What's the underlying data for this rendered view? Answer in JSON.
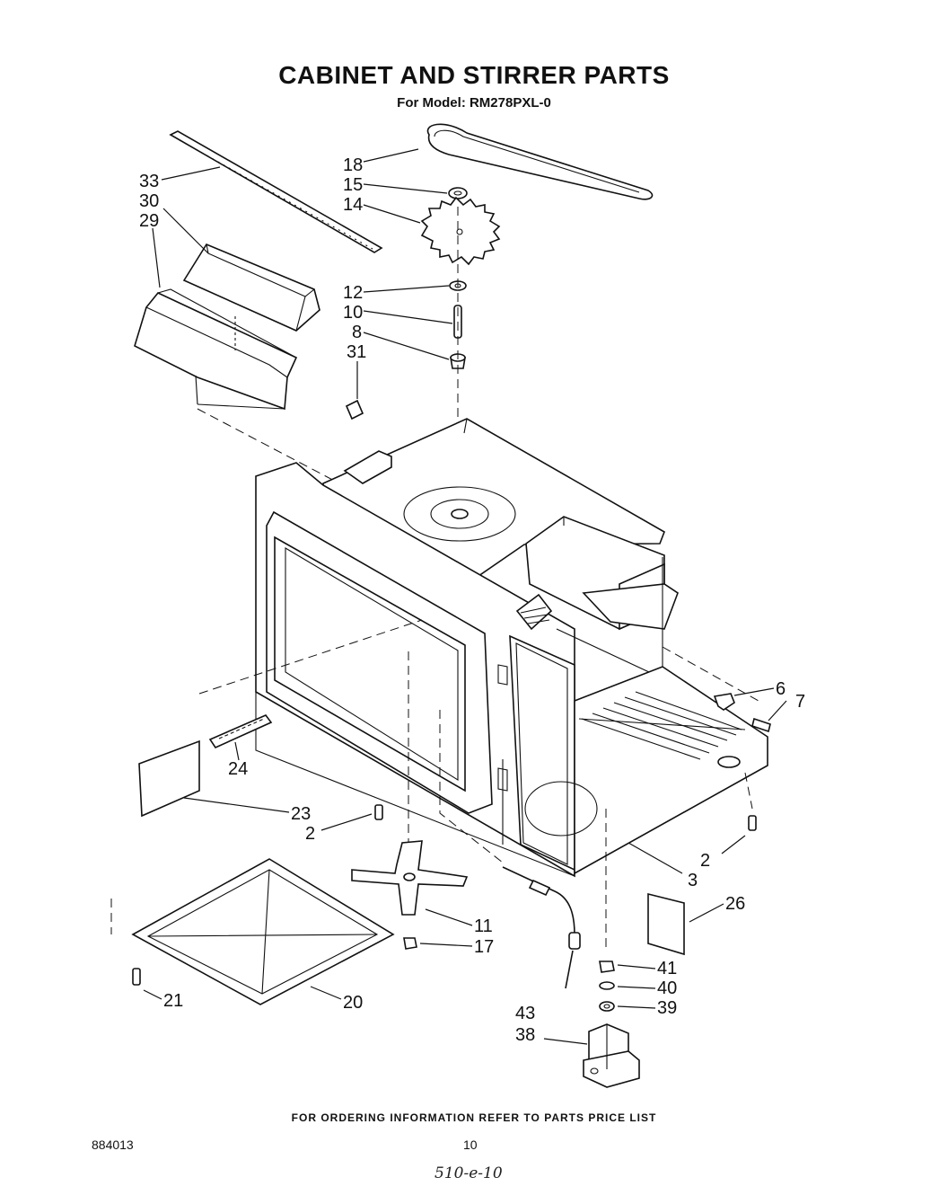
{
  "header": {
    "title": "CABINET AND STIRRER PARTS",
    "subtitle": "For Model: RM278PXL-0"
  },
  "footer": {
    "ordering_note": "FOR ORDERING INFORMATION REFER TO PARTS PRICE LIST",
    "document_number": "884013",
    "page_number": "10",
    "handwritten_note": "510-e-10"
  },
  "part_labels": [
    "33",
    "30",
    "29",
    "18",
    "15",
    "14",
    "12",
    "10",
    "8",
    "31",
    "6",
    "7",
    "24",
    "23",
    "2",
    "2",
    "3",
    "26",
    "11",
    "17",
    "41",
    "40",
    "39",
    "43",
    "38",
    "21",
    "20"
  ]
}
